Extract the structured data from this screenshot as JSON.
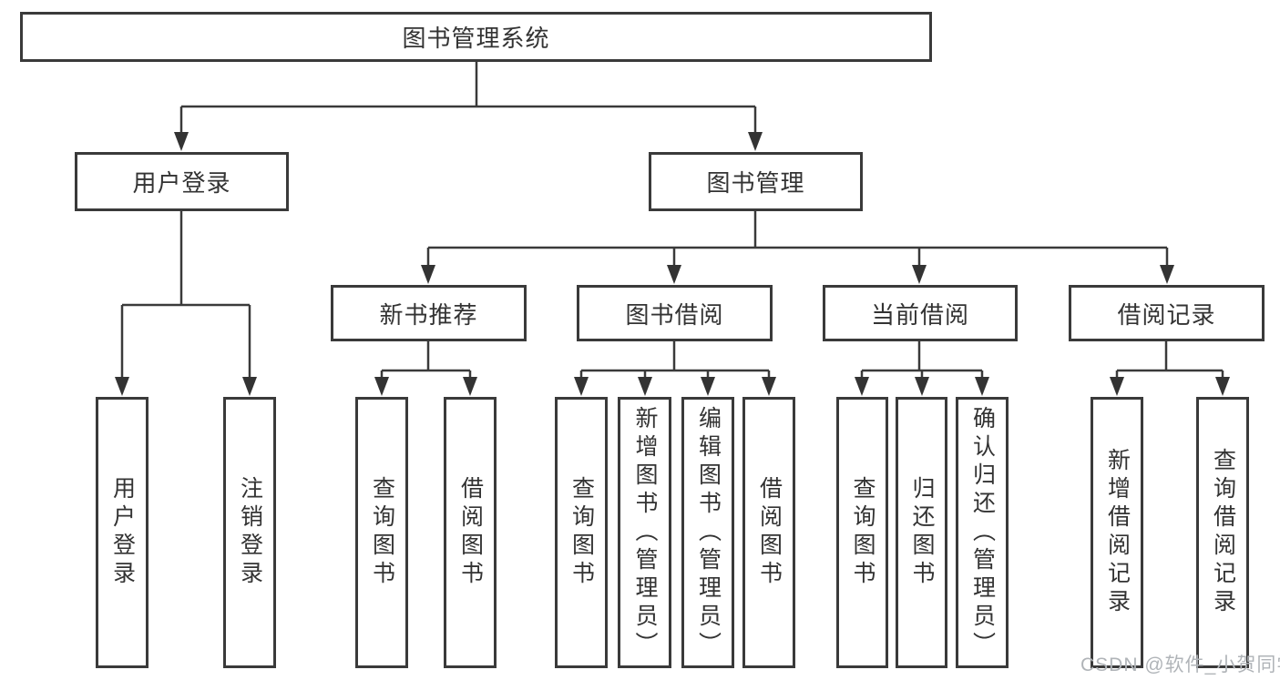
{
  "tree": {
    "label": "图书管理系统",
    "children": [
      {
        "label": "用户登录",
        "children": [
          {
            "label": "用户登录"
          },
          {
            "label": "注销登录"
          }
        ]
      },
      {
        "label": "图书管理",
        "children": [
          {
            "label": "新书推荐",
            "children": [
              {
                "label": "查询图书"
              },
              {
                "label": "借阅图书"
              }
            ]
          },
          {
            "label": "图书借阅",
            "children": [
              {
                "label": "查询图书"
              },
              {
                "label": "新增图书（管理员）"
              },
              {
                "label": "编辑图书（管理员）"
              },
              {
                "label": "借阅图书"
              }
            ]
          },
          {
            "label": "当前借阅",
            "children": [
              {
                "label": "查询图书"
              },
              {
                "label": "归还图书"
              },
              {
                "label": "确认归还（管理员）"
              }
            ]
          },
          {
            "label": "借阅记录",
            "children": [
              {
                "label": "新增借阅记录"
              },
              {
                "label": "查询借阅记录"
              }
            ]
          }
        ]
      }
    ]
  },
  "watermark": {
    "text": "CSDN @软件_小贺同学"
  },
  "colors": {
    "line": "#3a3a3a",
    "text": "#333333",
    "background": "#ffffff",
    "watermark": "#b0b4b8"
  }
}
